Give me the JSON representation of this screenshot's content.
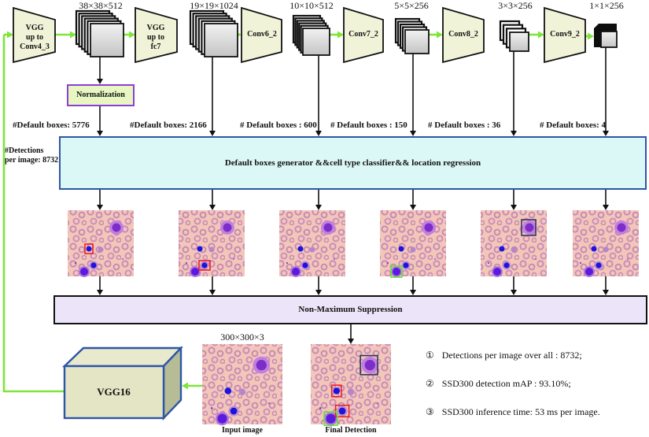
{
  "title": "SSD300 blood cell detection architecture",
  "colors": {
    "arrow_green": "#7fe53a",
    "layer_fill": "#f1f3d8",
    "norm_fill": "#e8f7c2",
    "norm_border": "#8b3fd6",
    "generator_fill": "#dcf8f6",
    "generator_border": "#2d56a8",
    "nms_fill": "#ece4f8",
    "vgg16_front": "#e3e5c5",
    "vgg16_top": "#e8e9cd",
    "vgg16_side": "#b6bd96",
    "vgg16_border": "#2d56a8",
    "box_red": "#e8202a",
    "box_green": "#5ee33a",
    "box_navy": "#2a3a60"
  },
  "top_row": {
    "layers": [
      {
        "id": "vgg-conv4",
        "lines": [
          "VGG",
          "up  to",
          "Conv4_3"
        ]
      },
      {
        "id": "vgg-fc7",
        "lines": [
          "VGG",
          "up  to",
          "fc7"
        ]
      },
      {
        "id": "conv6",
        "lines": [
          "Conv6_2"
        ]
      },
      {
        "id": "conv7",
        "lines": [
          "Conv7_2"
        ]
      },
      {
        "id": "conv8",
        "lines": [
          "Conv8_2"
        ]
      },
      {
        "id": "conv9",
        "lines": [
          "Conv9_2"
        ]
      }
    ],
    "feature_maps": [
      {
        "dims": "38×38×512",
        "default_boxes": "#Default boxes: 5776"
      },
      {
        "dims": "19×19×1024",
        "default_boxes": "#Default boxes: 2166"
      },
      {
        "dims": "10×10×512",
        "default_boxes": "# Default boxes : 600"
      },
      {
        "dims": "5×5×256",
        "default_boxes": "# Default boxes : 150"
      },
      {
        "dims": "3×3×256",
        "default_boxes": "# Default boxes : 36"
      },
      {
        "dims": "1×1×256",
        "default_boxes": "# Default boxes: 4"
      }
    ]
  },
  "normalization_label": "Normalization",
  "detections_label": [
    "#Detections",
    "per image: 8732"
  ],
  "generator_label": "Default boxes generator &&cell type classifier&& location  regression",
  "nms_label": "Non-Maximum Suppression",
  "thumbnails": [
    {
      "boxes": [
        {
          "color": "red",
          "target": "small-lymphocyte"
        }
      ]
    },
    {
      "boxes": [
        {
          "color": "red",
          "target": "lower-lymphocyte"
        }
      ]
    },
    {
      "boxes": []
    },
    {
      "boxes": [
        {
          "color": "green",
          "target": "bottom-cell"
        }
      ]
    },
    {
      "boxes": [
        {
          "color": "navy",
          "target": "large-cell"
        }
      ]
    },
    {
      "boxes": []
    }
  ],
  "bottom": {
    "vgg16_label": "VGG16",
    "input_dims": "300×300×3",
    "input_caption": "Input image",
    "final_caption": "Final Detection",
    "notes": [
      {
        "marker": "①",
        "text": "Detections per image over all : 8732;"
      },
      {
        "marker": "②",
        "text": "SSD300 detection mAP : 93.10%;"
      },
      {
        "marker": "③",
        "text": "SSD300 inference time: 53 ms per image."
      }
    ]
  }
}
